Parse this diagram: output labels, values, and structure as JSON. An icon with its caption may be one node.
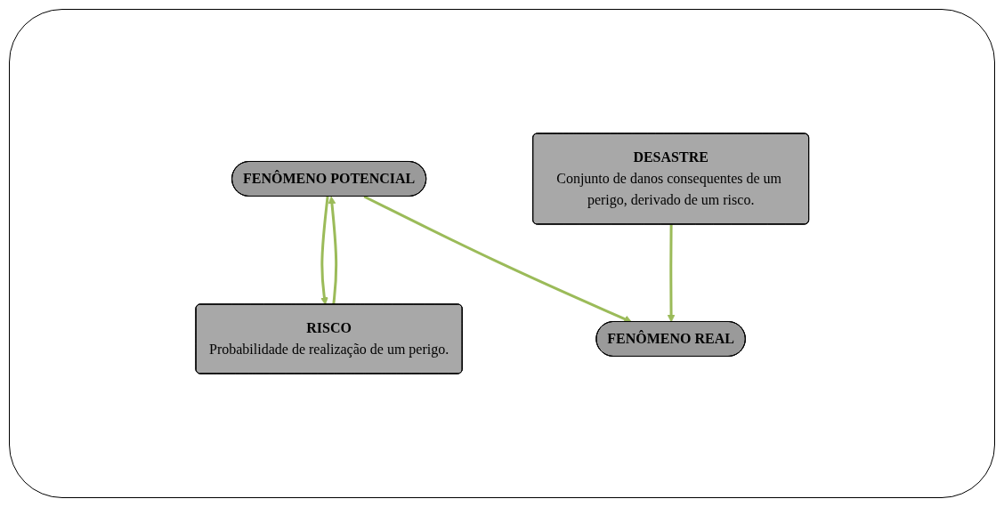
{
  "diagram": {
    "nodes": [
      {
        "text": [
          "FENÔMENO POTENCIAL"
        ]
      },
      {
        "text": [
          "RISCO",
          "Probabilidade de realização de um perigo."
        ]
      },
      {
        "text": [
          "FENÔMENO REAL"
        ]
      },
      {
        "text": [
          "DESASTRE",
          "Conjunto de danos consequentes de um perigo, derivado de um risco."
        ]
      }
    ],
    "edges": [
      {
        "from": 0,
        "to": 1,
        "arrow": "to"
      },
      {
        "from": 1,
        "to": 0,
        "arrow": "to"
      },
      {
        "from": 0,
        "to": 2,
        "arrow": "to"
      },
      {
        "from": 3,
        "to": 2,
        "arrow": "to"
      }
    ]
  }
}
